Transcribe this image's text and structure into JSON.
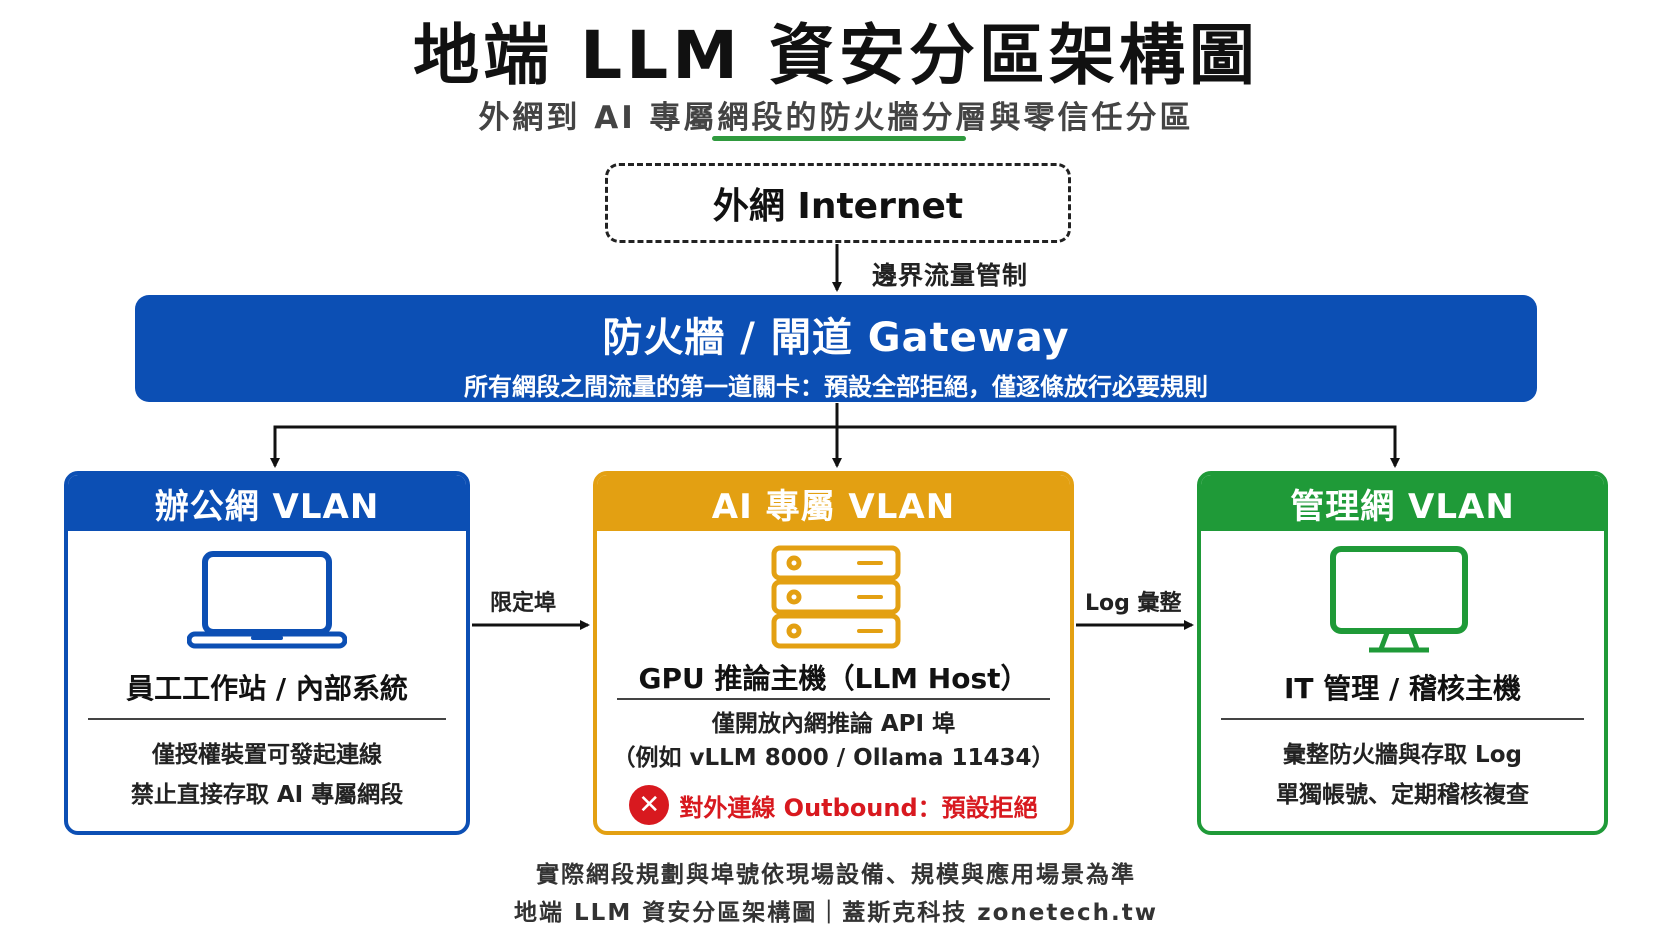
{
  "title": "地端 LLM 資安分區架構圖",
  "subtitle": "外網到 AI 專屬網段的防火牆分層與零信任分區",
  "internet": {
    "label": "外網 Internet"
  },
  "edges": {
    "boundary": "邊界流量管制",
    "restricted_port": "限定埠",
    "log_aggregation": "Log 彙整"
  },
  "gateway": {
    "title": "防火牆 / 閘道 Gateway",
    "description": "所有網段之間流量的第一道關卡：預設全部拒絕，僅逐條放行必要規則"
  },
  "vlans": {
    "office": {
      "header": "辦公網 VLAN",
      "icon": "laptop-icon",
      "host": "員工工作站 / 內部系統",
      "lines": [
        "僅授權裝置可發起連線",
        "禁止直接存取 AI 專屬網段"
      ]
    },
    "ai": {
      "header": "AI 專屬 VLAN",
      "icon": "server-rack-icon",
      "host": "GPU 推論主機（LLM Host）",
      "lines": [
        "僅開放內網推論 API 埠",
        "（例如 vLLM 8000 / Ollama 11434）"
      ],
      "outbound": "對外連線 Outbound：預設拒絕"
    },
    "mgmt": {
      "header": "管理網 VLAN",
      "icon": "monitor-icon",
      "host": "IT 管理 / 稽核主機",
      "lines": [
        "彙整防火牆與存取 Log",
        "單獨帳號、定期稽核複查"
      ]
    }
  },
  "footer": {
    "line1": "實際網段規劃與埠號依現場設備、規模與應用場景為準",
    "line2": "地端 LLM 資安分區架構圖｜蓋斯克科技 zonetech.tw"
  },
  "colors": {
    "gateway": "#0c4fb4",
    "office": "#0c4fb4",
    "ai": "#e3a012",
    "mgmt": "#1f9a38",
    "deny": "#d8191f",
    "accent_underline": "#2f9a3e"
  }
}
